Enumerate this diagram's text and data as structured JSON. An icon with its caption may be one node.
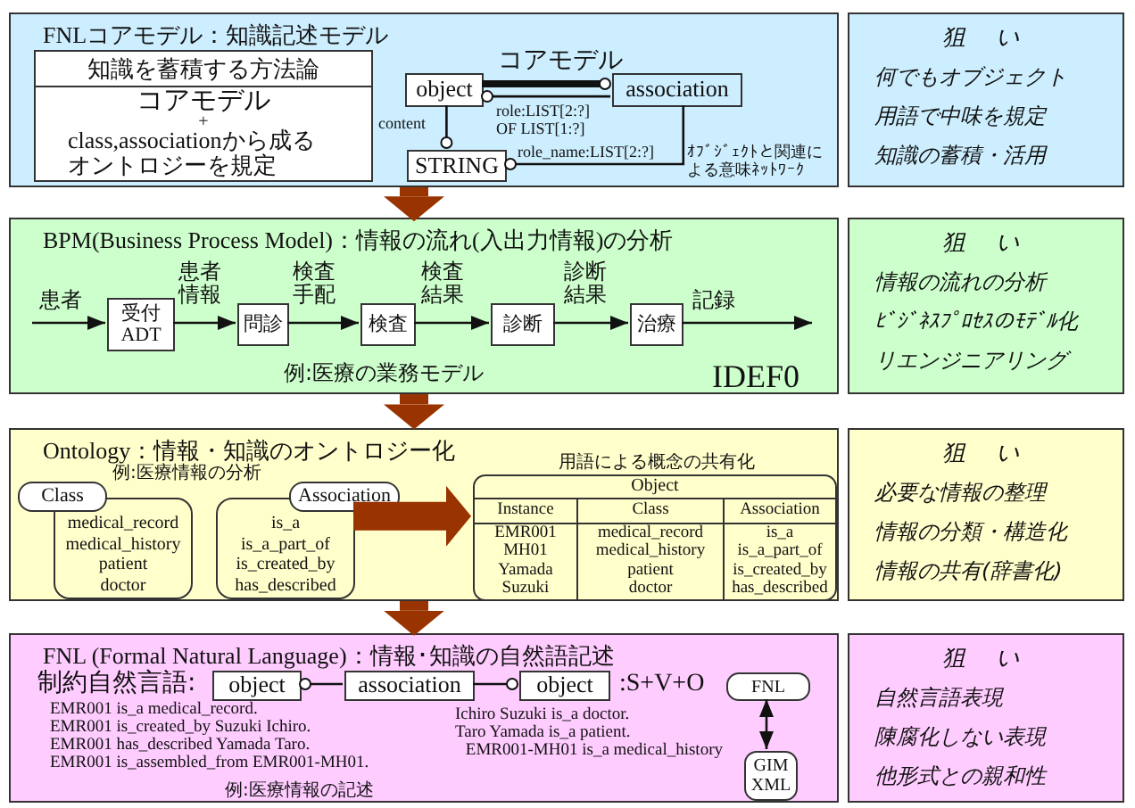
{
  "diagram": {
    "nodes": [
      {
        "text": [
          "FNLコアモデル：知識記述モデル"
        ]
      },
      {
        "text": [
          "知識を蓄積する方法論",
          "コアモデル",
          "+",
          "class,associationから成るオントロジーを規定"
        ],
        "in": 0
      },
      {
        "text": [
          "object"
        ],
        "in": 0
      },
      {
        "text": [
          "association"
        ],
        "in": 0
      },
      {
        "text": [
          "STRING"
        ],
        "in": 0
      },
      {
        "text": [
          "狙　い",
          "何でもオブジェクト",
          "用語で中味を規定",
          "知識の蓄積・活用"
        ]
      },
      {
        "text": [
          "BPM(Business Process Model)：情報の流れ(入出力情報)の分析"
        ]
      },
      {
        "text": [
          "受付 ADT"
        ],
        "in": 6
      },
      {
        "text": [
          "問診"
        ],
        "in": 6
      },
      {
        "text": [
          "検査"
        ],
        "in": 6
      },
      {
        "text": [
          "診断"
        ],
        "in": 6
      },
      {
        "text": [
          "治療"
        ],
        "in": 6
      },
      {
        "text": [
          "狙　い",
          "情報の流れの分析",
          "ﾋﾞｼﾞﾈｽﾌﾟﾛｾｽのﾓﾃﾞﾙ化",
          "リエンジニアリング"
        ]
      },
      {
        "text": [
          "Ontology：情報・知識のオントロジー化"
        ]
      },
      {
        "text": [
          "Class",
          "medical_record medical_history patient doctor"
        ],
        "in": 13
      },
      {
        "text": [
          "Association",
          "is_a is_a_part_of is_created_by has_described"
        ],
        "in": 13
      },
      {
        "text": [
          "Object"
        ],
        "in": 13,
        "beside": [
          "用語による概念の共有化"
        ]
      },
      {
        "text": [
          "狙　い",
          "必要な情報の整理",
          "情報の分類・構造化",
          "情報の共有(辞書化)"
        ]
      },
      {
        "text": [
          "FNL (Formal Natural Language)：情報･知識の自然語記述"
        ]
      },
      {
        "text": [
          "object"
        ],
        "in": 18
      },
      {
        "text": [
          "association"
        ],
        "in": 18
      },
      {
        "text": [
          "object"
        ],
        "in": 18
      },
      {
        "text": [
          "FNL"
        ],
        "in": 18
      },
      {
        "text": [
          "GIM XML"
        ],
        "in": 18
      },
      {
        "text": [
          "狙　い",
          "自然言語表現",
          "陳腐化しない表現",
          "他形式との親和性"
        ]
      }
    ],
    "edges": [
      {
        "from": 2,
        "to": 3,
        "arrow": "other",
        "style": "thick"
      },
      {
        "from": 3,
        "to": 2,
        "arrow": "other",
        "label": "role:LIST[2:?] OF LIST[1:?]"
      },
      {
        "from": 2,
        "to": 4,
        "arrow": "other",
        "label": "content"
      },
      {
        "from": 3,
        "to": 4,
        "arrow": "other",
        "label": "role_name:LIST[2:?]"
      },
      {
        "from": 0,
        "to": 6,
        "arrow": "to",
        "style": "thick",
        "color": "#993300"
      },
      {
        "from": null,
        "to": 7,
        "arrow": "to",
        "label": "患者"
      },
      {
        "from": 7,
        "to": 8,
        "arrow": "to",
        "label": "患者情報"
      },
      {
        "from": 8,
        "to": 9,
        "arrow": "to",
        "label": "検査手配"
      },
      {
        "from": 9,
        "to": 10,
        "arrow": "to",
        "label": "検査結果"
      },
      {
        "from": 10,
        "to": 11,
        "arrow": "to",
        "label": "診断結果"
      },
      {
        "from": 11,
        "to": null,
        "arrow": "to",
        "label": "記録"
      },
      {
        "from": 6,
        "to": 13,
        "arrow": "to",
        "style": "thick",
        "color": "#993300"
      },
      {
        "from": 15,
        "to": 16,
        "arrow": "to",
        "style": "thick",
        "color": "#993300"
      },
      {
        "from": 13,
        "to": 18,
        "arrow": "to",
        "style": "thick",
        "color": "#993300"
      },
      {
        "from": 20,
        "to": 19,
        "arrow": "other"
      },
      {
        "from": 20,
        "to": 21,
        "arrow": "other"
      },
      {
        "from": 22,
        "to": 23,
        "arrow": "both"
      }
    ],
    "labels": [
      "コアモデル",
      "ｵﾌﾞｼﾞｪｸﾄと関連による意味ﾈｯﾄﾜｰｸ",
      "例:医療の業務モデル",
      "IDEF0",
      "例:医療情報の分析",
      "Instance",
      "Class",
      "Association",
      "EMR001",
      "medical_record",
      "is_a",
      "MH01",
      "medical_history",
      "is_a_part_of",
      "Yamada",
      "patient",
      "is_created_by",
      "Suzuki",
      "doctor",
      "has_described",
      "制約自然言語:",
      ":S+V+O",
      "EMR001 is_a medical_record.",
      "EMR001 is_created_by Suzuki Ichiro.",
      "EMR001 has_described Yamada Taro.",
      "EMR001 is_assembled_from EMR001-MH01.",
      "Ichiro Suzuki is_a doctor.",
      "Taro Yamada is_a patient.",
      "EMR001-MH01 is_a medical_history",
      "例:医療情報の記述"
    ]
  }
}
